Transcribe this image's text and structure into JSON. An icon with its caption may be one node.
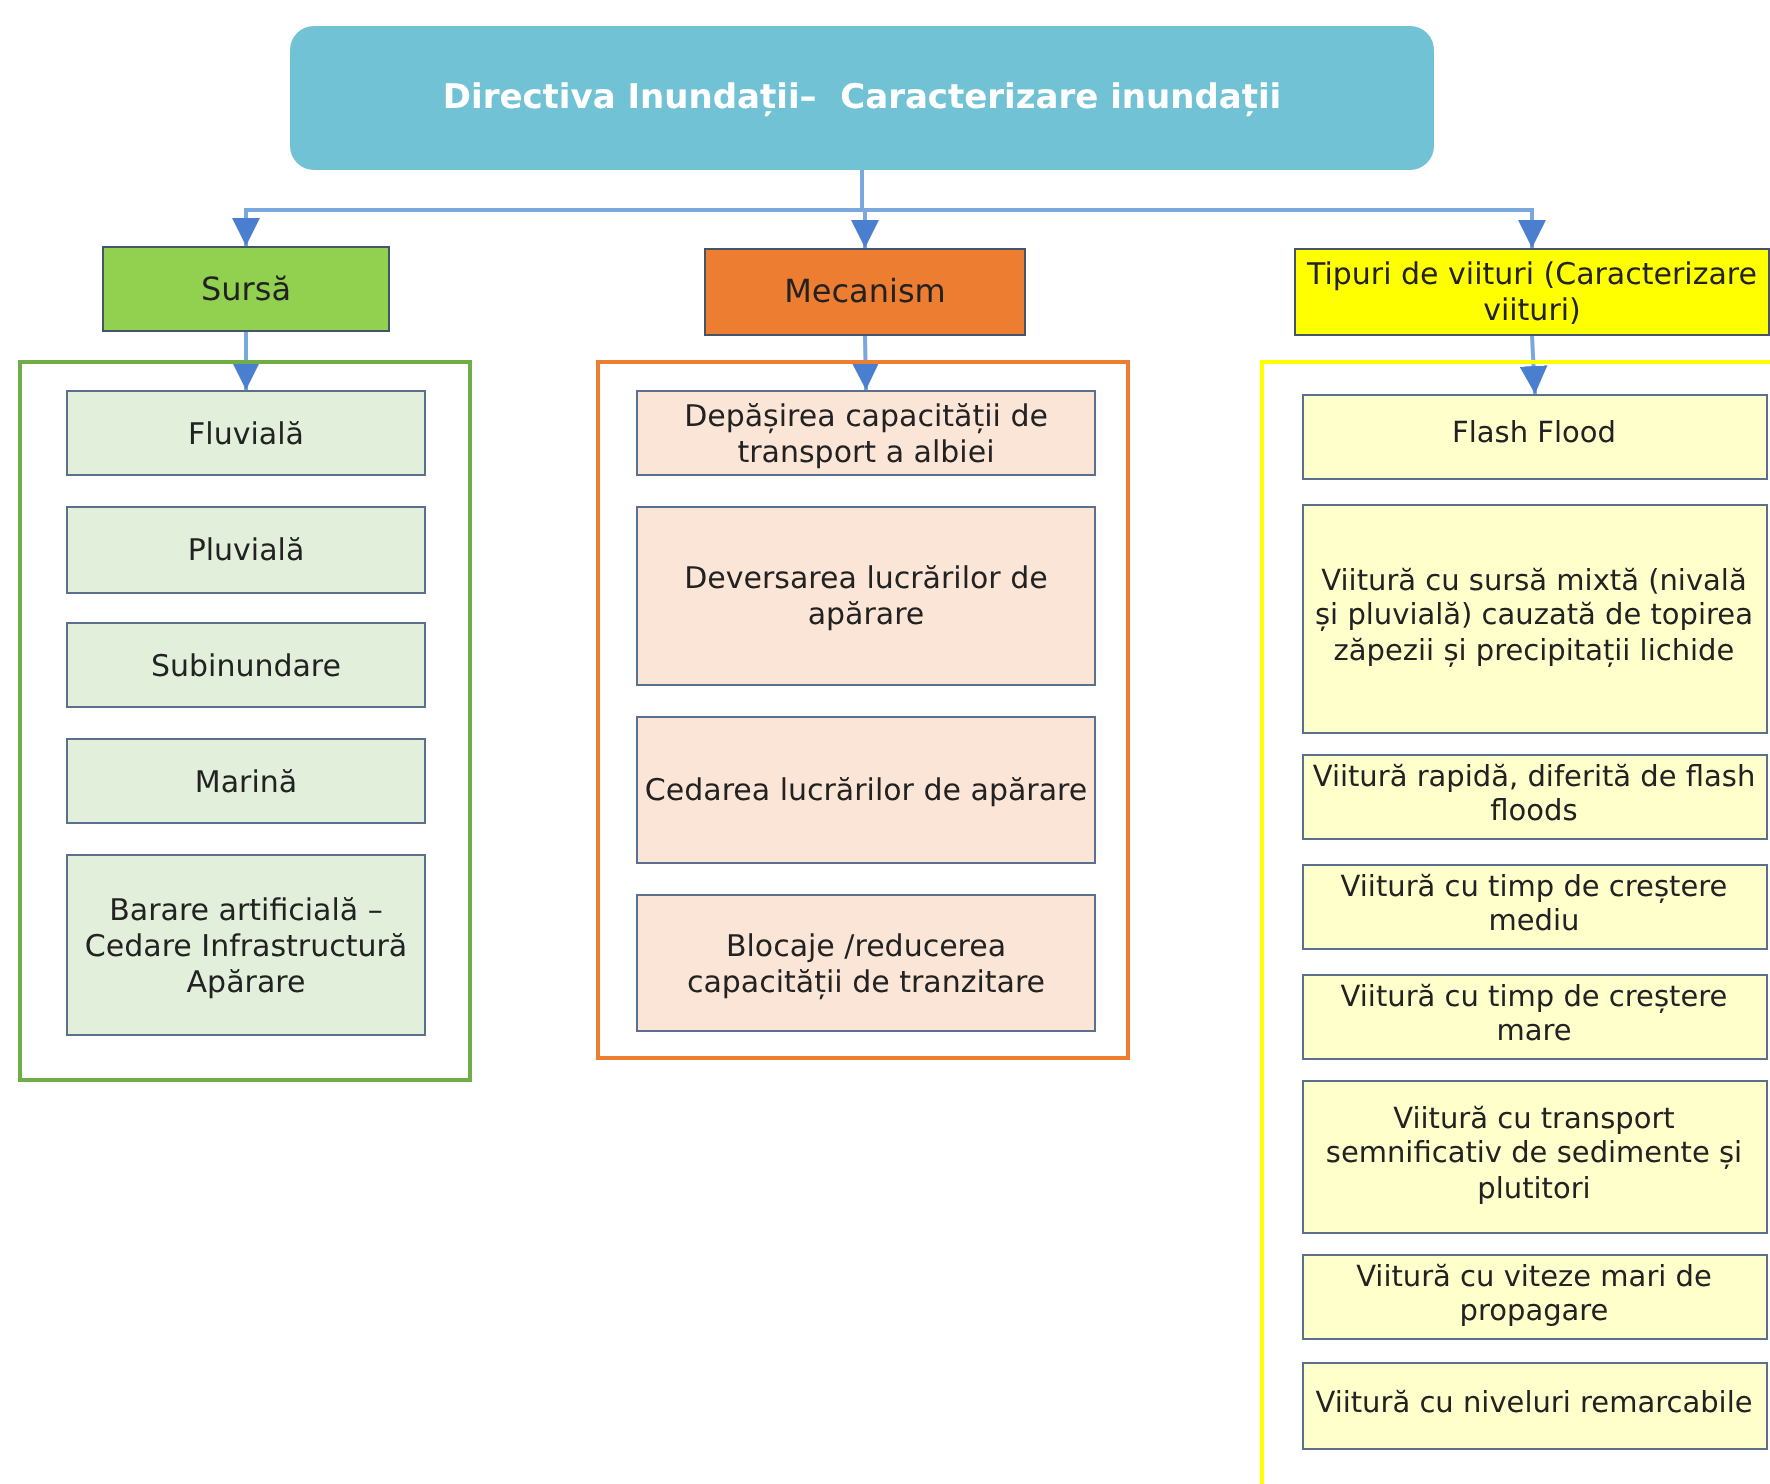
{
  "diagram": {
    "nodes": [
      {
        "text": [
          "Directiva Inundații–  Caracterizare inundații"
        ]
      },
      {
        "text": [
          "Sursă"
        ]
      },
      {
        "text": [
          "Mecanism"
        ]
      },
      {
        "text": [
          "Tipuri de viituri (Caracterizare viituri)"
        ]
      },
      {
        "text": [],
        "shape": "box"
      },
      {
        "text": [
          "Fluvială"
        ],
        "in": 4
      },
      {
        "text": [
          "Pluvială"
        ],
        "in": 4
      },
      {
        "text": [
          "Subinundare"
        ],
        "in": 4
      },
      {
        "text": [
          "Marină"
        ],
        "in": 4
      },
      {
        "text": [
          "Barare artificială – Cedare Infrastructură Apărare"
        ],
        "in": 4
      },
      {
        "text": [],
        "shape": "box"
      },
      {
        "text": [
          "Depășirea capacității de transport a albiei"
        ],
        "in": 10
      },
      {
        "text": [
          "Deversarea lucrărilor de apărare"
        ],
        "in": 10
      },
      {
        "text": [
          "Cedarea lucrărilor de apărare"
        ],
        "in": 10
      },
      {
        "text": [
          "Blocaje /reducerea capacității de tranzitare"
        ],
        "in": 10
      },
      {
        "text": [],
        "shape": "box"
      },
      {
        "text": [
          "Flash Flood"
        ],
        "in": 15
      },
      {
        "text": [
          "Viitură cu sursă mixtă (nivală și pluvială) cauzată de topirea zăpezii și precipitații lichide"
        ],
        "in": 15
      },
      {
        "text": [
          "Viitură rapidă, diferită de flash floods"
        ],
        "in": 15
      },
      {
        "text": [
          "Viitură cu timp de creștere mediu"
        ],
        "in": 15
      },
      {
        "text": [
          "Viitură cu timp de creștere mare"
        ],
        "in": 15
      },
      {
        "text": [
          "Viitură cu transport semnificativ de sedimente și plutitori"
        ],
        "in": 15
      },
      {
        "text": [
          "Viitură cu viteze mari de propagare"
        ],
        "in": 15
      },
      {
        "text": [
          "Viitură cu niveluri remarcabile"
        ],
        "in": 15
      }
    ],
    "edges": [
      {
        "from": 0,
        "to": 1,
        "arrow": "to"
      },
      {
        "from": 0,
        "to": 2,
        "arrow": "to"
      },
      {
        "from": 0,
        "to": 3,
        "arrow": "to"
      },
      {
        "from": 1,
        "to": 5,
        "arrow": "to"
      },
      {
        "from": 2,
        "to": 11,
        "arrow": "to"
      },
      {
        "from": 3,
        "to": 16,
        "arrow": "to"
      }
    ]
  }
}
